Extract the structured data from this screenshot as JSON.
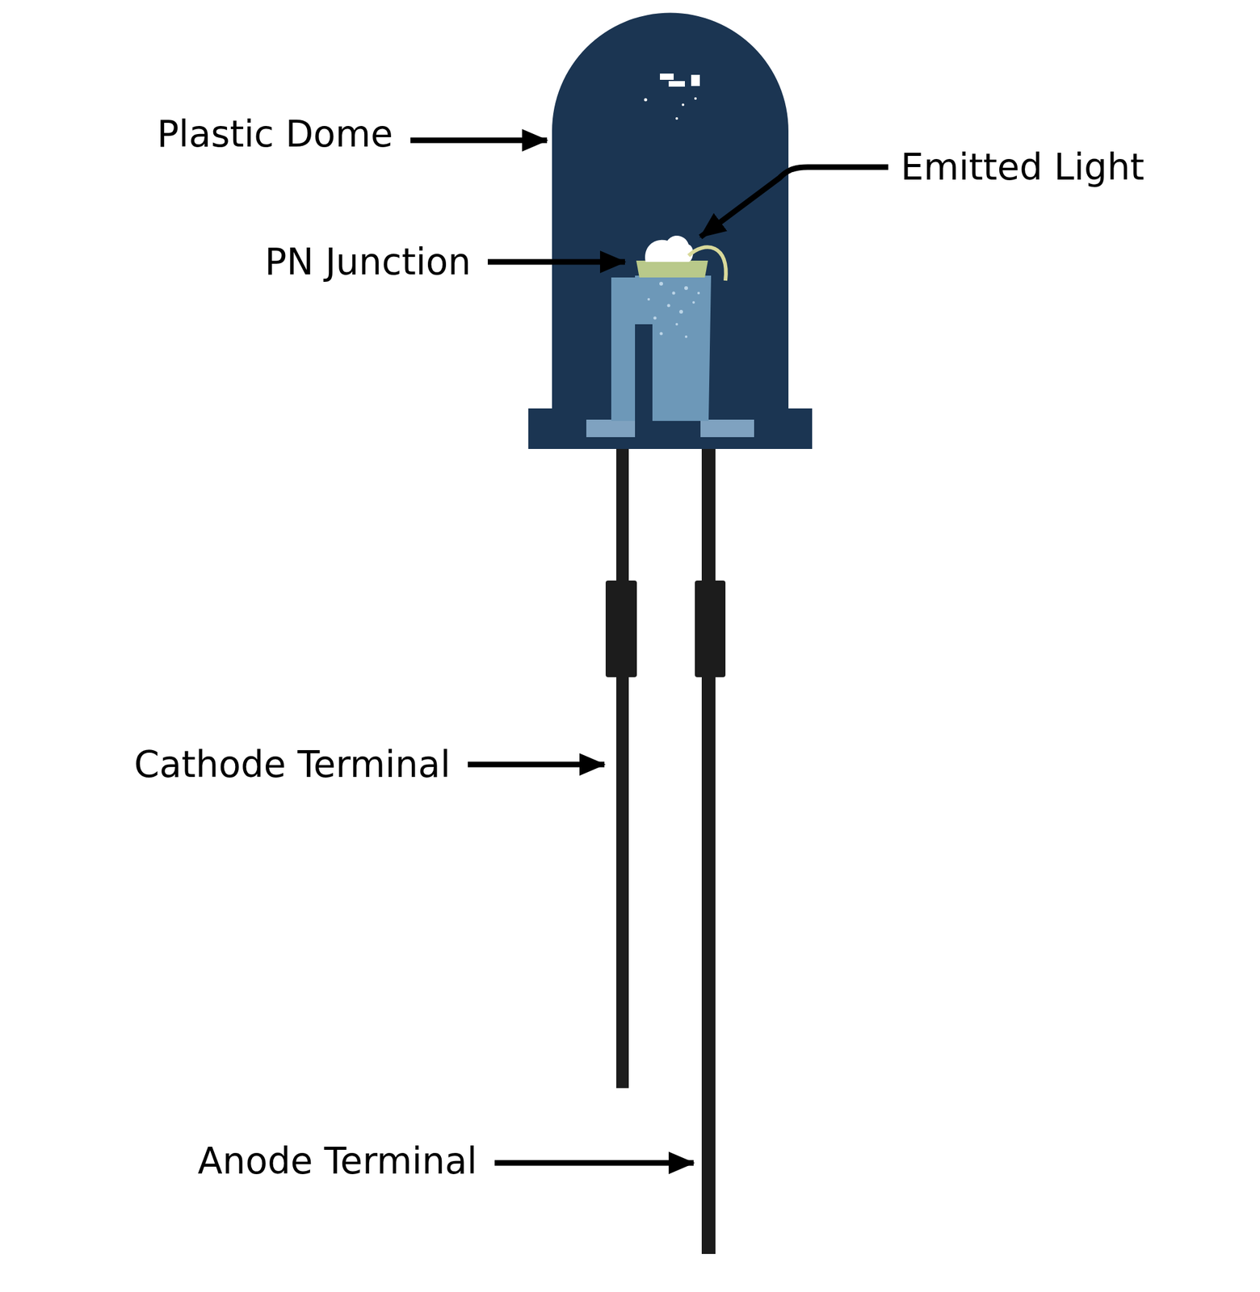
{
  "diagram": {
    "labels": [
      "Plastic Dome",
      "Emitted Light",
      "PN Junction",
      "Cathode Terminal",
      "Anode Terminal"
    ]
  }
}
